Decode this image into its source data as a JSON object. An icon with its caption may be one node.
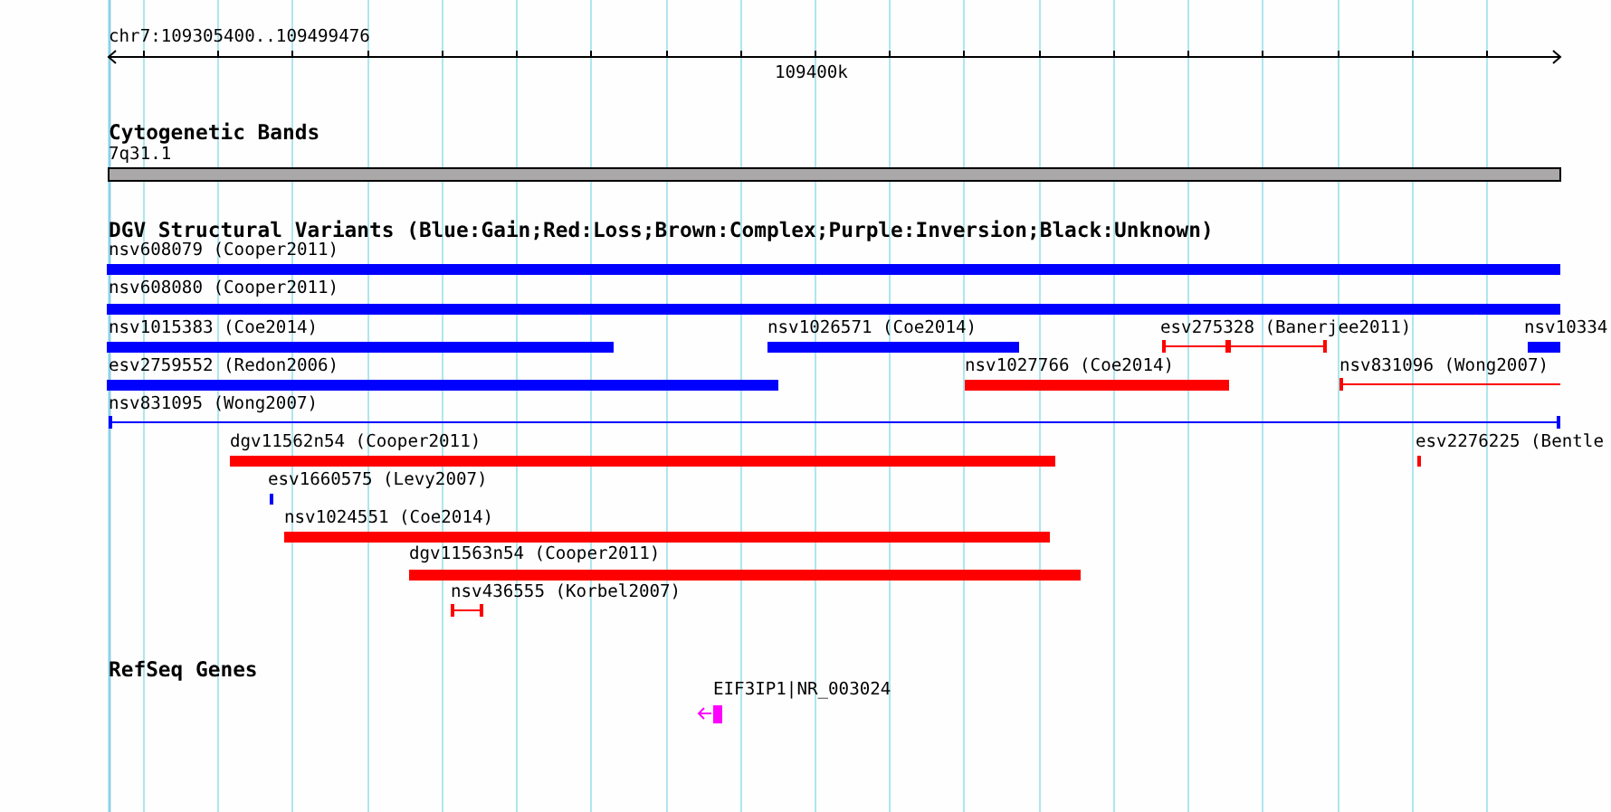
{
  "diagram": {
    "labels": [
      "chr7:109305400..109499476",
      "109400k",
      "Cytogenetic Bands",
      "7q31.1",
      "DGV Structural Variants (Blue:Gain;Red:Loss;Brown:Complex;Purple:Inversion;Black:Unknown)",
      "nsv608079 (Cooper2011)",
      "nsv608080 (Cooper2011)",
      "nsv1015383 (Coe2014)",
      "nsv1026571 (Coe2014)",
      "esv275328 (Banerjee2011)",
      "nsv10334",
      "esv2759552 (Redon2006)",
      "nsv1027766 (Coe2014)",
      "nsv831096 (Wong2007)",
      "nsv831095 (Wong2007)",
      "dgv11562n54 (Cooper2011)",
      "esv2276225 (Bentle",
      "esv1660575 (Levy2007)",
      "nsv1024551 (Coe2014)",
      "dgv11563n54 (Cooper2011)",
      "nsv436555 (Korbel2007)",
      "RefSeq Genes",
      "EIF3IP1|NR_003024"
    ]
  }
}
